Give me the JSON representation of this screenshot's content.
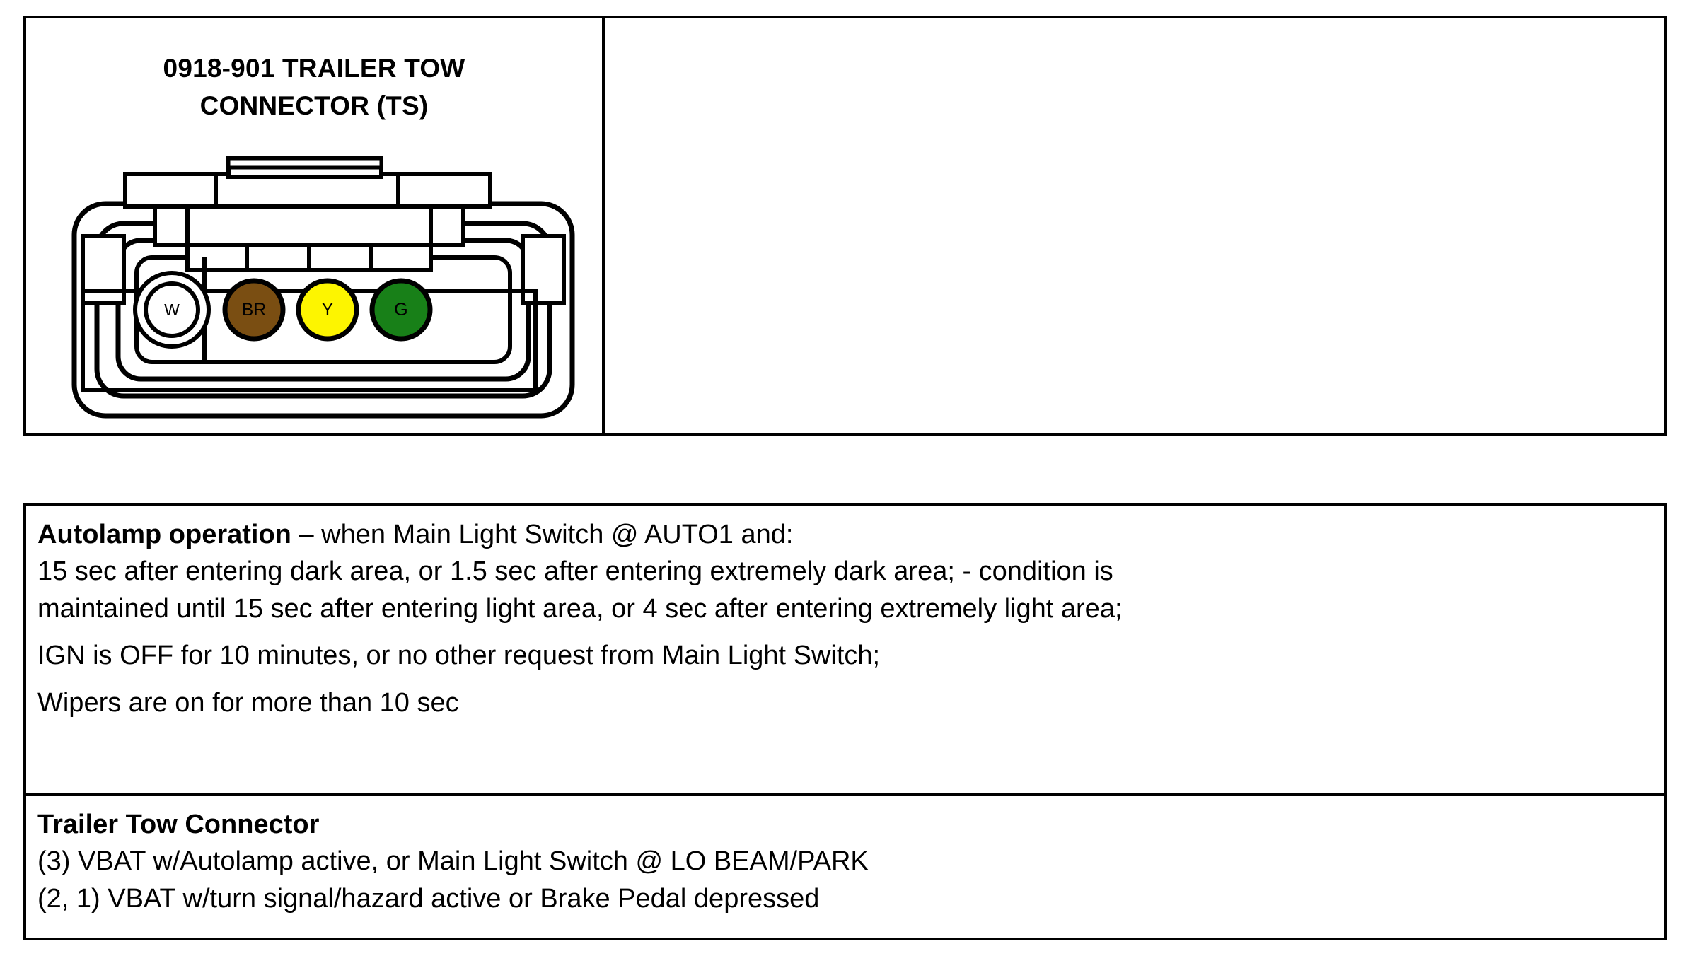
{
  "connector_panel": {
    "title": "0918-901 TRAILER TOW\nCONNECTOR (TS)",
    "pins": [
      {
        "label": "W",
        "color": "#ffffff",
        "text_color": "#000000",
        "name": "white"
      },
      {
        "label": "BR",
        "color": "#7a4e12",
        "text_color": "#000000",
        "name": "brown"
      },
      {
        "label": "Y",
        "color": "#fdf500",
        "text_color": "#000000",
        "name": "yellow"
      },
      {
        "label": "G",
        "color": "#188018",
        "text_color": "#000000",
        "name": "green"
      }
    ]
  },
  "notes": {
    "autolamp": {
      "head": "Autolamp operation",
      "head_rest": " – when Main Light Switch @ AUTO1 and:",
      "line2": "15 sec after entering dark area, or 1.5 sec after entering extremely dark area; - condition is",
      "line3": "maintained until 15 sec after entering light area, or 4 sec after entering extremely light area;",
      "line4": "IGN is OFF for 10 minutes, or no other request from Main Light Switch;",
      "line5": "Wipers are on for more than 10 sec"
    },
    "trailer": {
      "head": "Trailer Tow Connector",
      "line1": "(3) VBAT w/Autolamp active, or Main Light Switch @ LO BEAM/PARK",
      "line2": "(2, 1) VBAT w/turn signal/hazard active or Brake Pedal depressed"
    }
  },
  "colors": {
    "border": "#000000",
    "background": "#ffffff"
  }
}
